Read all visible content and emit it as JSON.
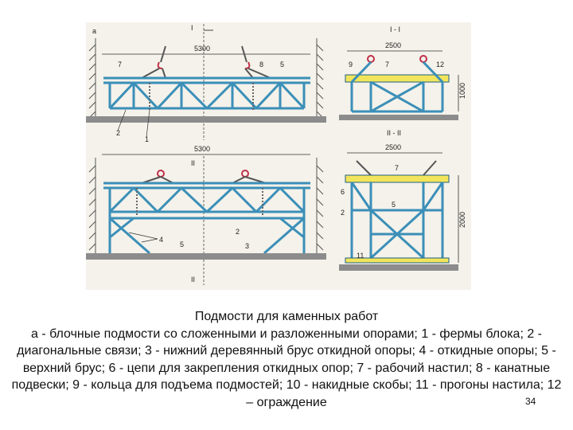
{
  "figure": {
    "panel_a": {
      "letter": "а",
      "section_mark": "I",
      "span": "5300",
      "labels": {
        "l7": "7",
        "l8": "8",
        "l5": "5",
        "l2": "2",
        "l1": "1"
      }
    },
    "panel_b": {
      "section_mark": "II",
      "span": "5300",
      "labels": {
        "l4": "4",
        "l5": "5",
        "l2": "2",
        "l3": "3"
      }
    },
    "section_1": {
      "title": "I - I",
      "width": "2500",
      "height": "1000",
      "labels": {
        "l9": "9",
        "l7": "7",
        "l12": "12"
      }
    },
    "section_2": {
      "title": "II - II",
      "width": "2500",
      "height": "2000",
      "labels": {
        "l7": "7",
        "l6": "6",
        "l5": "5",
        "l2": "2",
        "l11": "11"
      }
    },
    "colors": {
      "truss": "#3b8fb8",
      "truss_dark": "#1e5f82",
      "deck": "#f2e55c",
      "ground": "#8c8c8c",
      "hook": "#c0304a"
    }
  },
  "caption": {
    "title": "Подмости для каменных работ",
    "body": "а - блочные подмости со сложенными и разложенными опорами; 1 - фермы блока; 2 - диагональные связи; 3 - нижний деревянный брус откидной опоры; 4 - откидные опоры; 5 - верхний брус; 6 - цепи для закрепления откидных опор; 7 - рабочий настил; 8 - канатные подвески; 9 - кольца для подъема подмостей; 10 - накидные скобы; 11 - прогоны настила; 12 – ограждение",
    "page_number": "34"
  }
}
